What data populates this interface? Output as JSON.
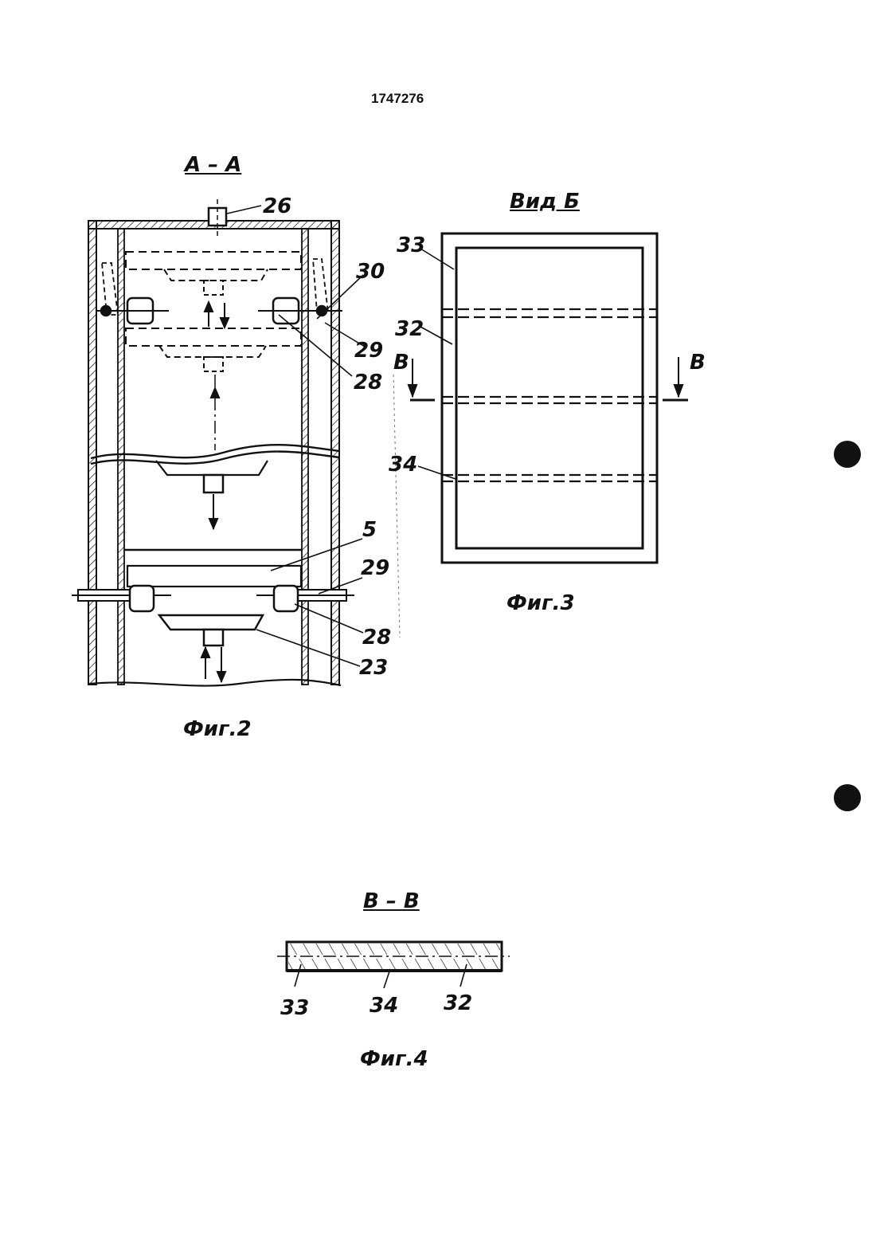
{
  "page": {
    "patent_number": "1747276"
  },
  "fig2": {
    "section_title": "А – А",
    "caption": "Фиг.2",
    "labels": {
      "l26": "26",
      "l30": "30",
      "l29a": "29",
      "l28a": "28",
      "l5": "5",
      "l29b": "29",
      "l28b": "28",
      "l23": "23"
    }
  },
  "fig3": {
    "view_title": "Вид Б",
    "caption": "Фиг.3",
    "labels": {
      "l33": "33",
      "l32": "32",
      "l34": "34",
      "b_left": "В",
      "b_right": "В"
    }
  },
  "fig4": {
    "section_title": "В – В",
    "caption": "Фиг.4",
    "labels": {
      "l33": "33",
      "l34": "34",
      "l32": "32"
    }
  },
  "colors": {
    "ink": "#111111",
    "paper": "#ffffff"
  }
}
